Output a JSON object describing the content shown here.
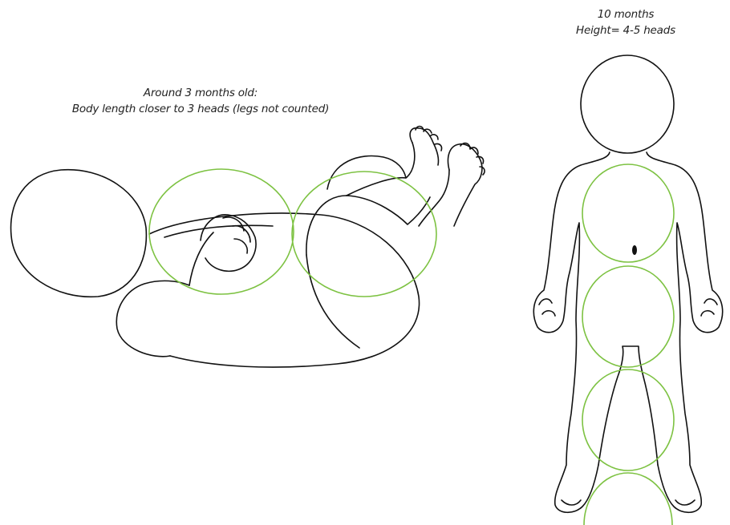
{
  "left_figure": {
    "caption_line1": "Around 3 months old:",
    "caption_line2": "Body length closer to 3 heads (legs not counted)"
  },
  "right_figure": {
    "caption_line1": "10 months",
    "caption_line2": "Height= 4-5 heads"
  },
  "colors": {
    "outline": "#111111",
    "head_guides": "#7dc242",
    "background": "#ffffff"
  }
}
